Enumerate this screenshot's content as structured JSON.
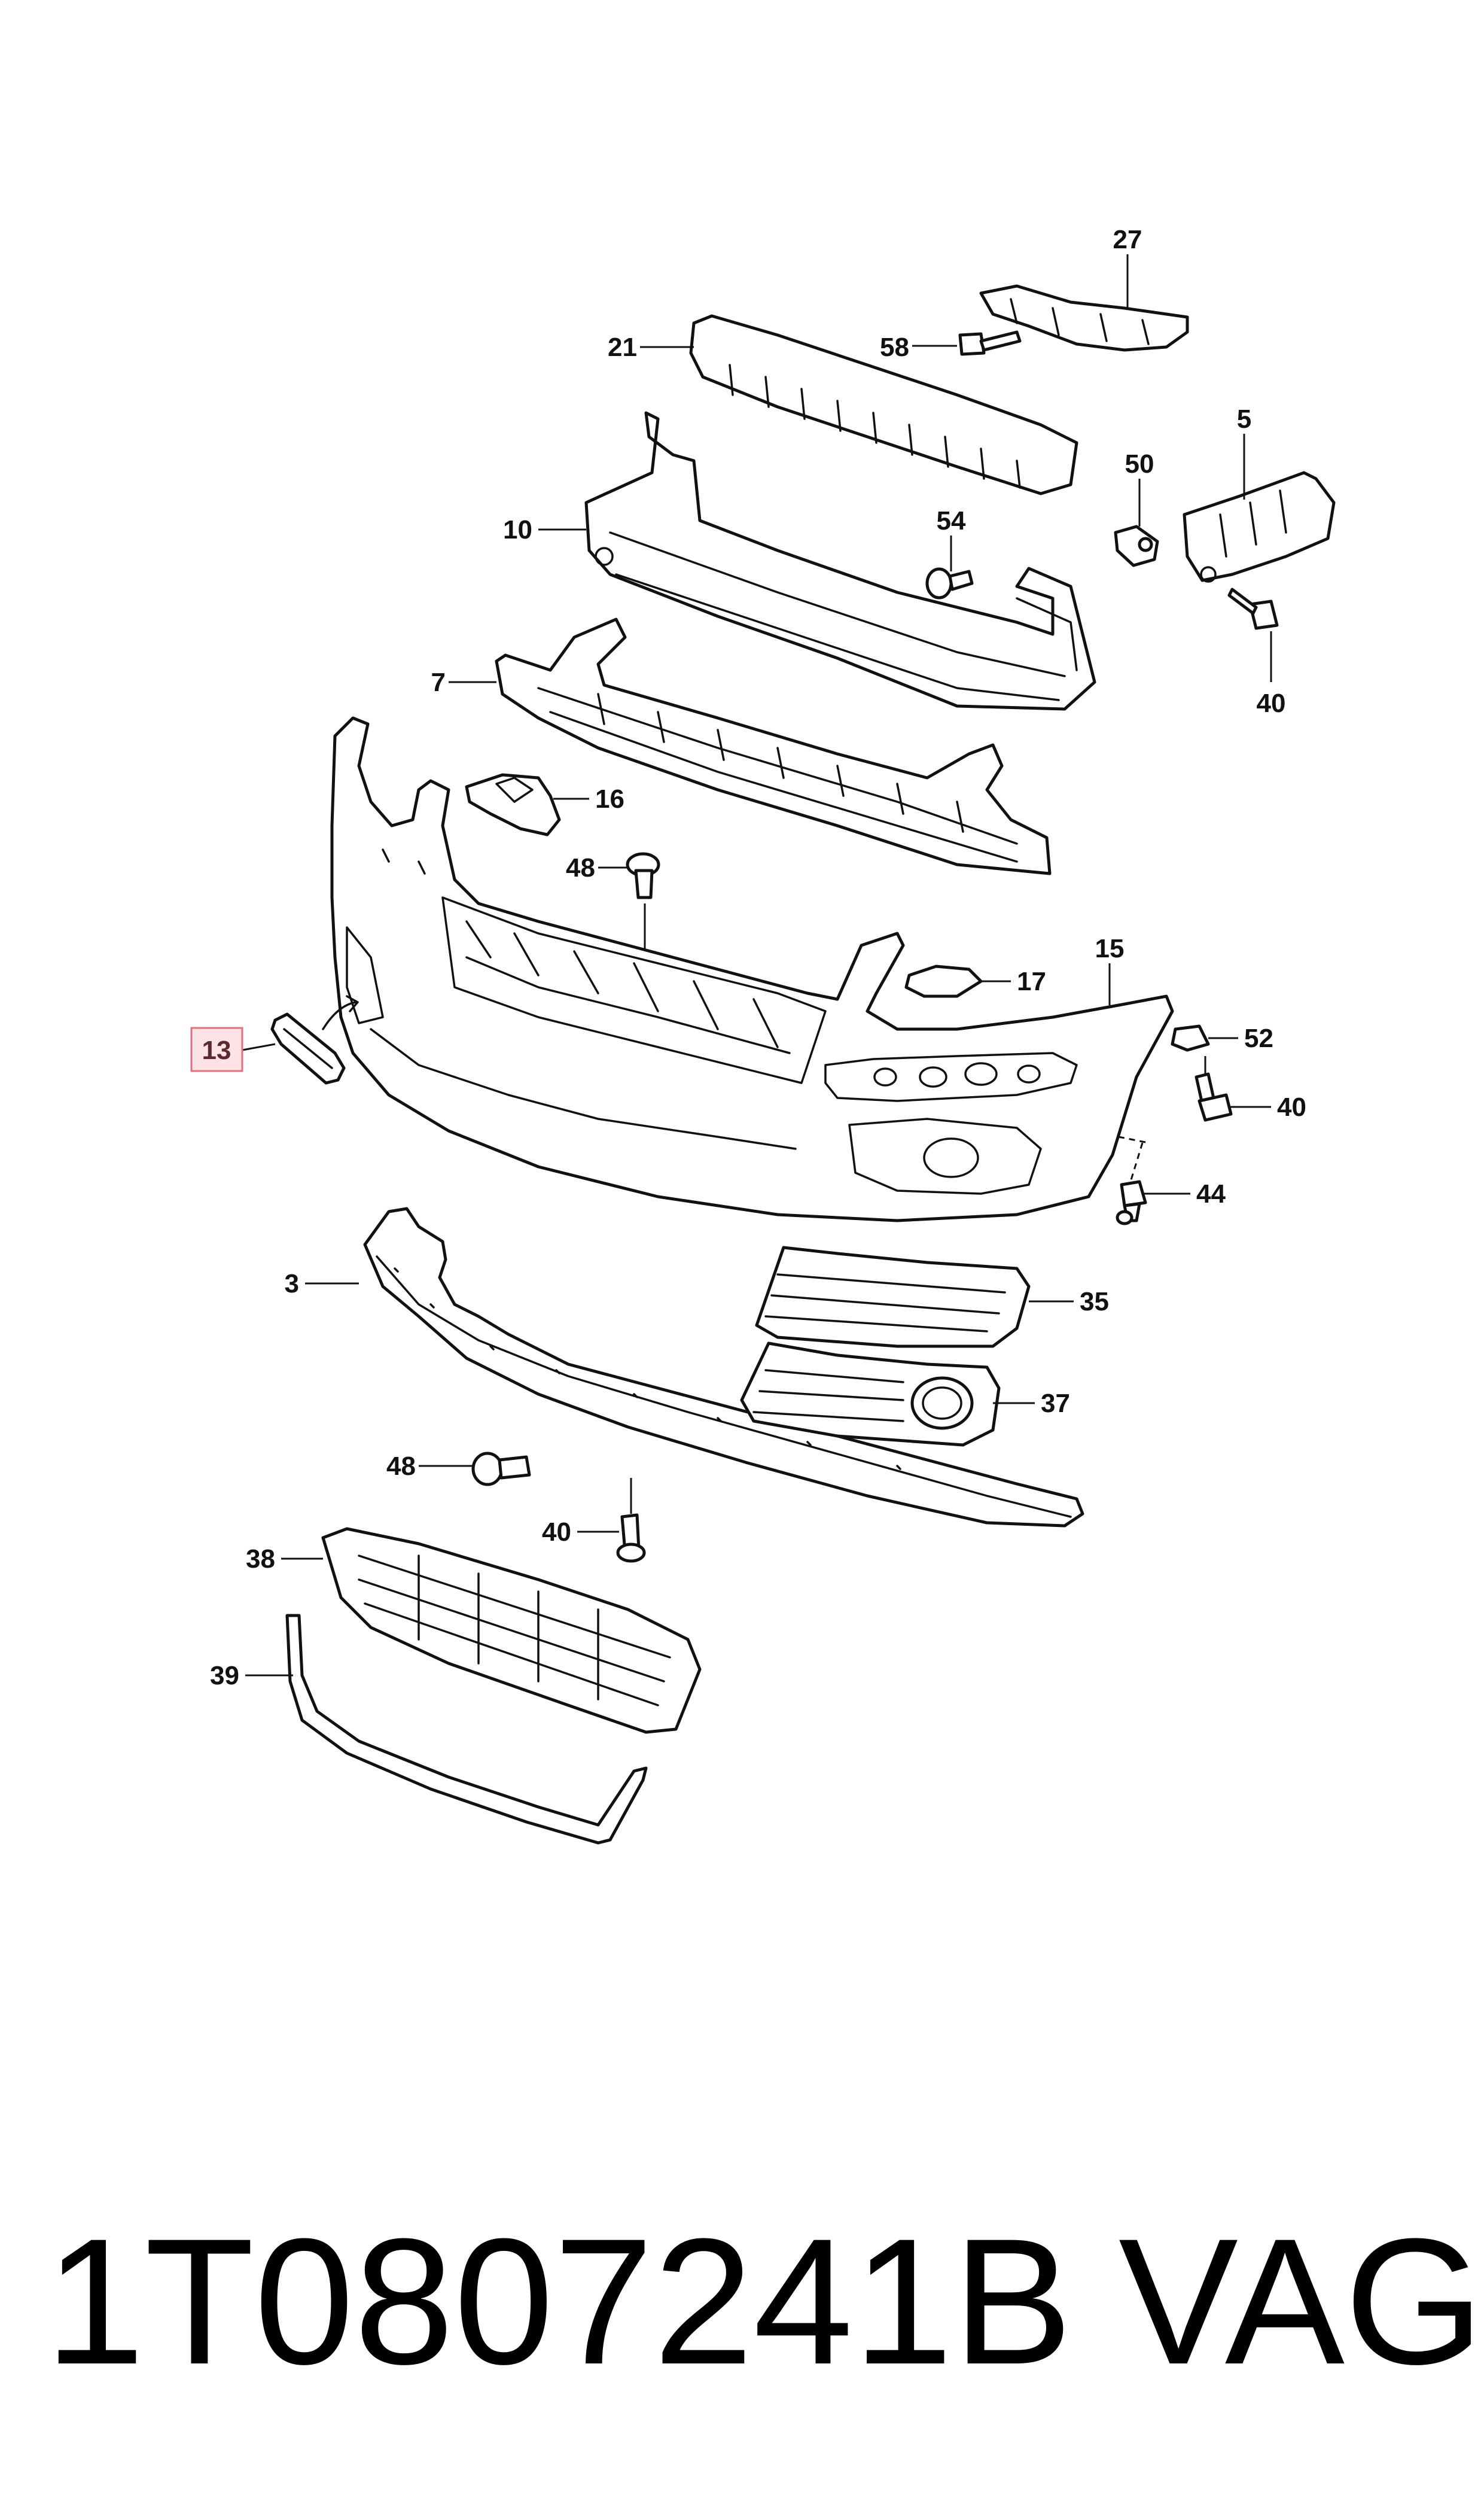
{
  "callouts": {
    "p27": "27",
    "p21": "21",
    "p58": "58",
    "p5": "5",
    "p50": "50",
    "p54": "54",
    "p10": "10",
    "p40a": "40",
    "p7": "7",
    "p16": "16",
    "p48a": "48",
    "p15": "15",
    "p17": "17",
    "p13": "13",
    "p52": "52",
    "p40b": "40",
    "p44": "44",
    "p3": "3",
    "p35": "35",
    "p37": "37",
    "p48b": "48",
    "p40c": "40",
    "p38": "38",
    "p39": "39"
  },
  "highlighted_part": "13",
  "caption": {
    "part_number": "1T0807241B",
    "brand": "VAG"
  }
}
